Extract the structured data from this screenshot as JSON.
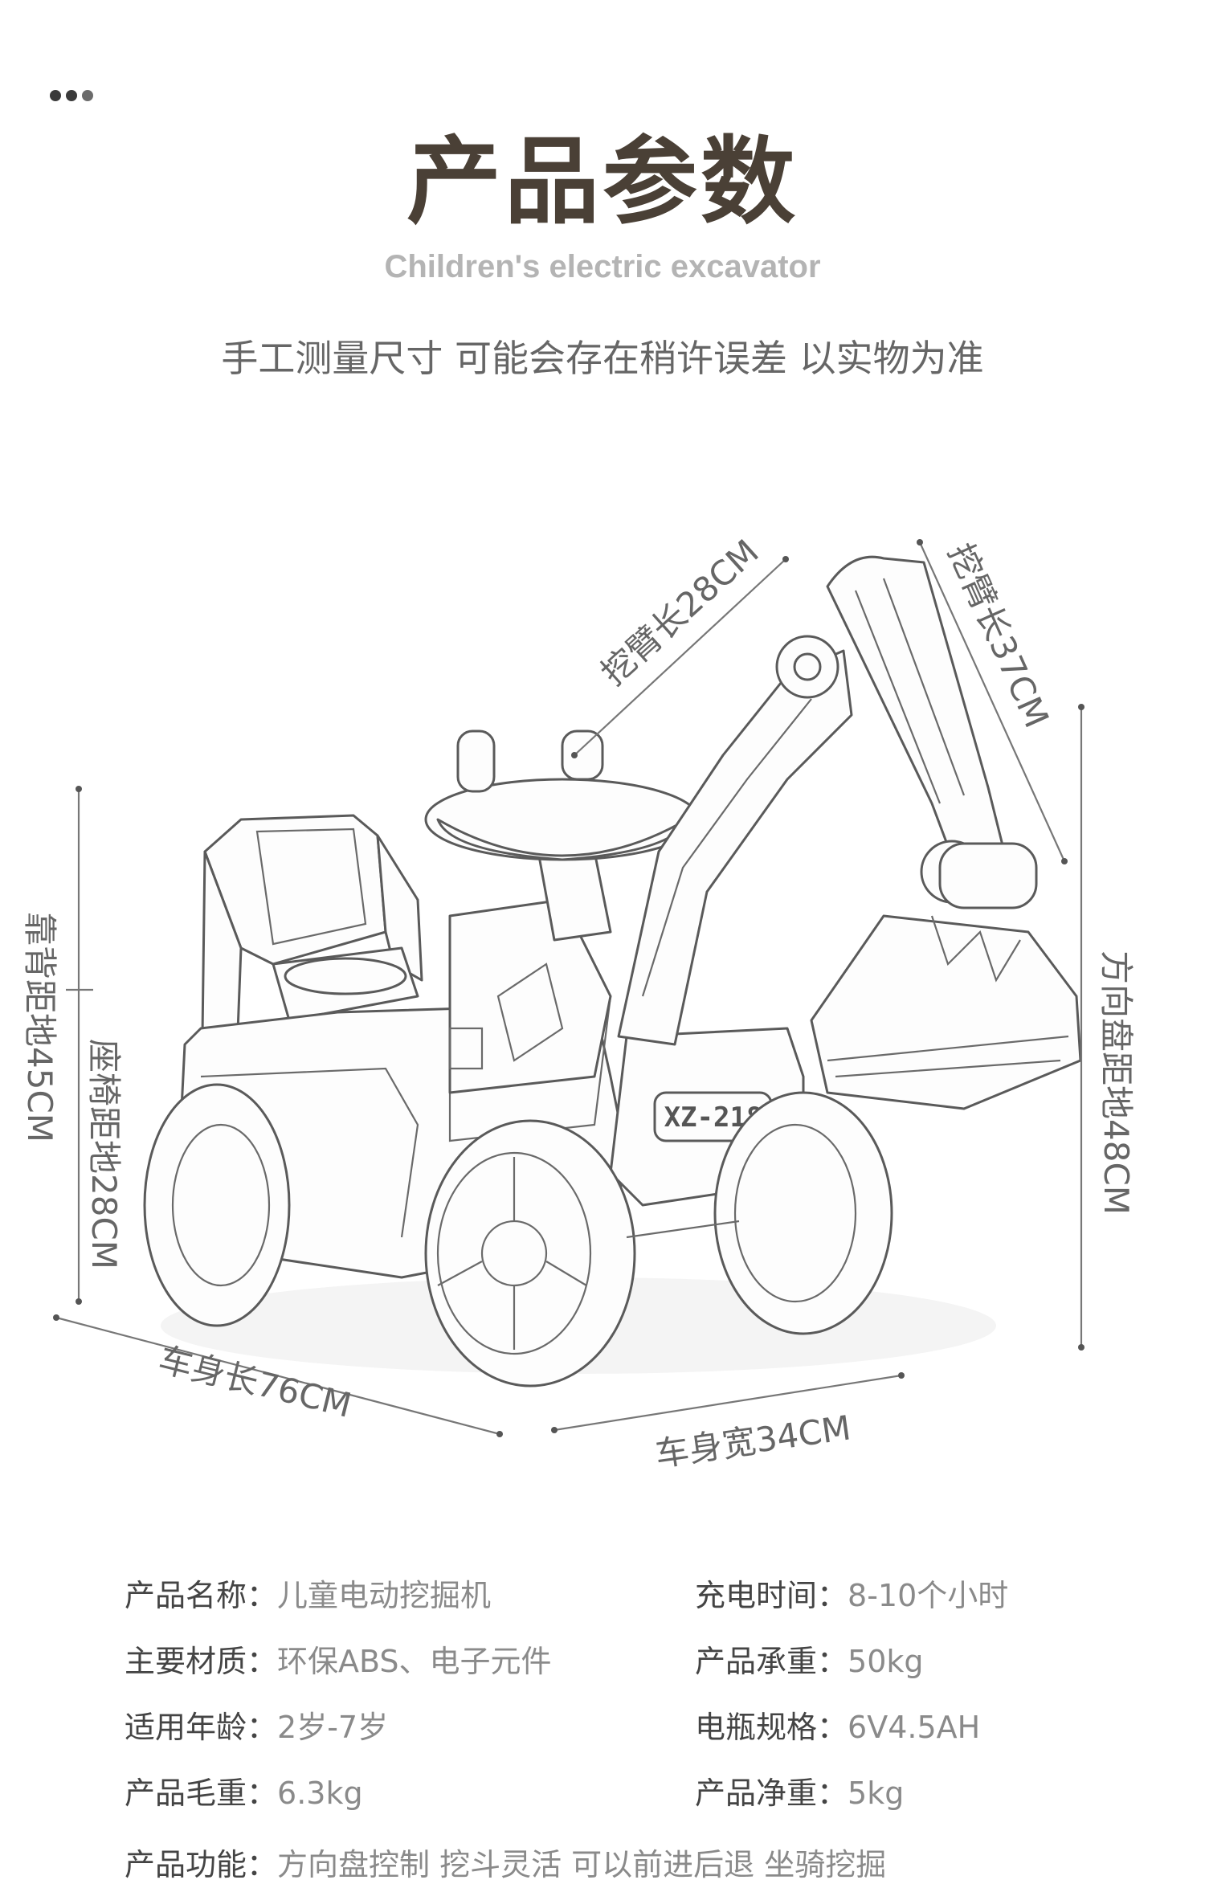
{
  "header": {
    "title": "产品参数",
    "subtitle_en": "Children's electric excavator",
    "notice": "手工测量尺寸 可能会存在稍许误差 以实物为准"
  },
  "dimensions": {
    "arm_a": "挖臂长28CM",
    "arm_b": "挖臂长37CM",
    "backrest": "靠背距地45CM",
    "seat": "座椅距地28CM",
    "steering": "方向盘距地48CM",
    "length": "车身长76CM",
    "width": "车身宽34CM",
    "badge": "XZ-218"
  },
  "specs": [
    {
      "key": "产品名称：",
      "value": "儿童电动挖掘机"
    },
    {
      "key": "充电时间：",
      "value": "8-10个小时"
    },
    {
      "key": "主要材质：",
      "value": "环保ABS、电子元件"
    },
    {
      "key": "产品承重：",
      "value": "50kg"
    },
    {
      "key": "适用年龄：",
      "value": "2岁-7岁"
    },
    {
      "key": "电瓶规格：",
      "value": "6V4.5AH"
    },
    {
      "key": "产品毛重：",
      "value": "6.3kg"
    },
    {
      "key": "产品净重：",
      "value": "5kg"
    }
  ],
  "cutoff": {
    "key": "产品功能：",
    "value": "方向盘控制 挖斗灵活 可以前进后退 坐骑挖掘"
  }
}
